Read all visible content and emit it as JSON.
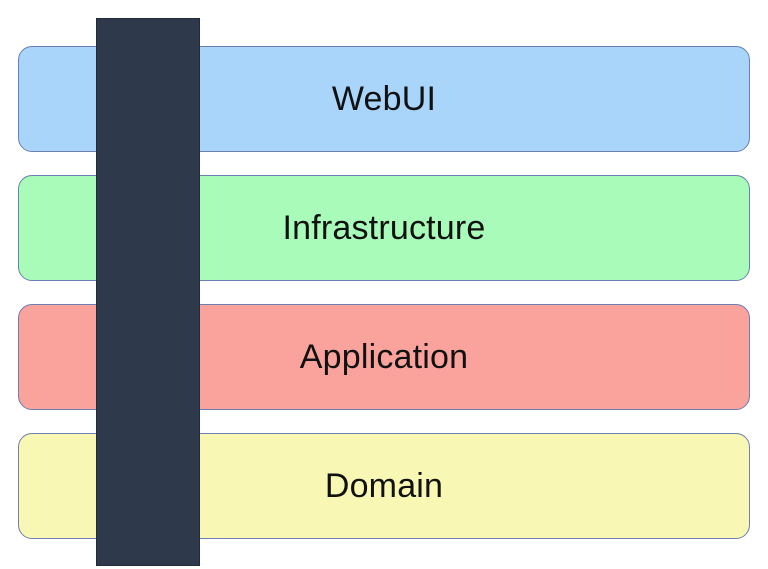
{
  "layers": [
    {
      "label": "WebUI",
      "color": "#a9d5fb"
    },
    {
      "label": "Infrastructure",
      "color": "#a8fbb8"
    },
    {
      "label": "Application",
      "color": "#f9a39c"
    },
    {
      "label": "Domain",
      "color": "#f8f8b4"
    }
  ],
  "crosscut": {
    "color": "#2e394b"
  }
}
